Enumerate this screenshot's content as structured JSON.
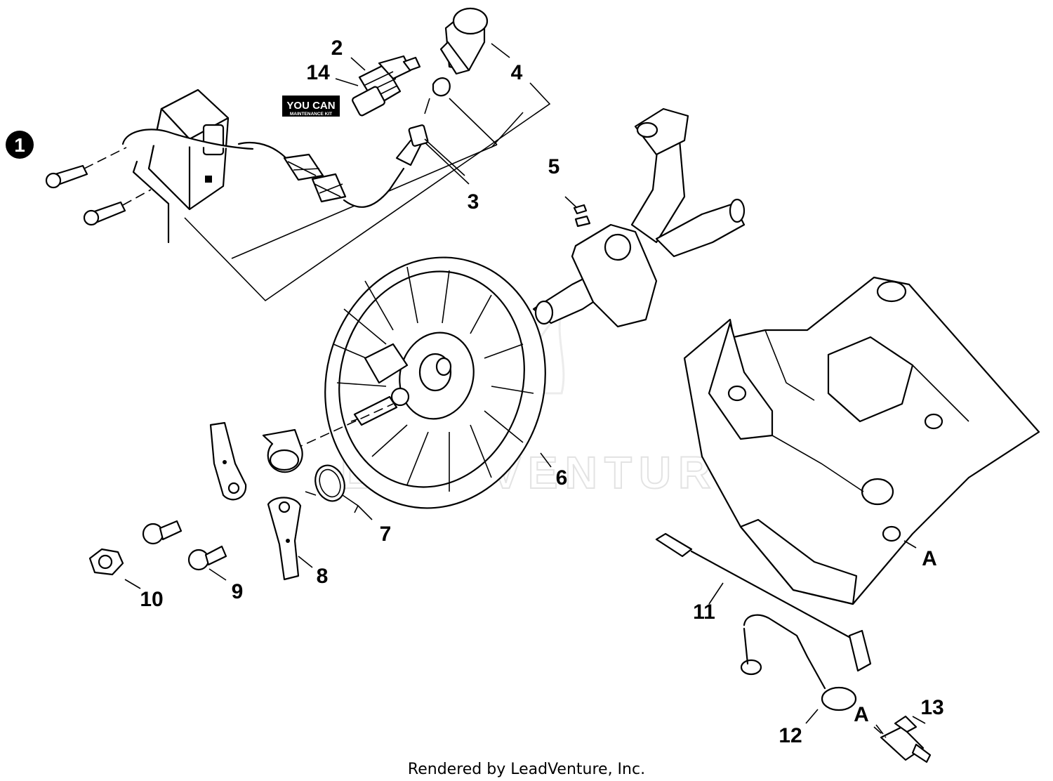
{
  "callouts": {
    "c1": "1",
    "c2": "2",
    "c3": "3",
    "c4": "4",
    "c5": "5",
    "c6": "6",
    "c7": "7",
    "c8": "8",
    "c9": "9",
    "c10": "10",
    "c11": "11",
    "c12": "12",
    "c13": "13",
    "c14": "14",
    "ref_a1": "A",
    "ref_a2": "A"
  },
  "badge": {
    "top": "YOU CAN",
    "bottom": "MAINTENANCE KIT"
  },
  "watermark": "LEADVENTURE",
  "footer": "Rendered by LeadVenture, Inc."
}
